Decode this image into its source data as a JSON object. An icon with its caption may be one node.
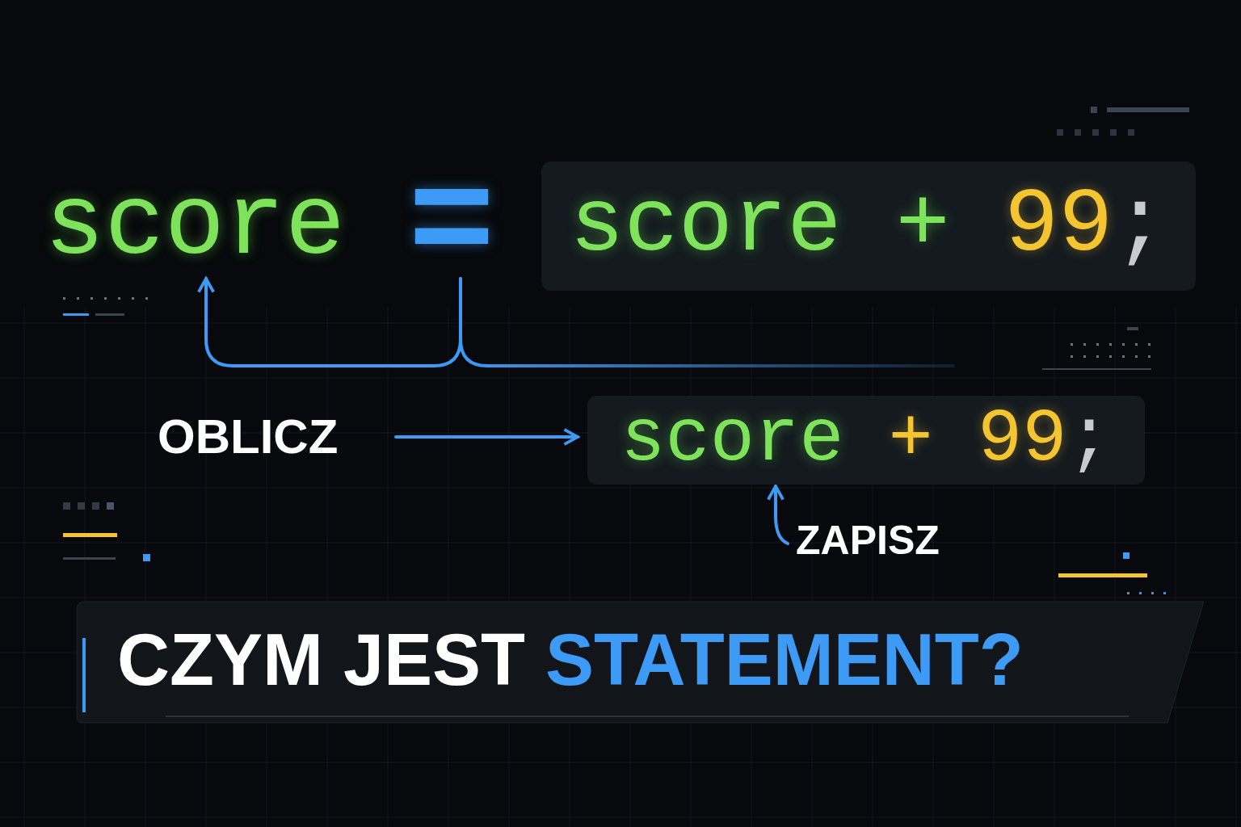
{
  "diagram": {
    "title": "CZYM JEST STATEMENT?",
    "nodes": [
      {
        "text": [
          "score"
        ]
      },
      {
        "text": [
          "="
        ]
      },
      {
        "text": [
          "score + 99;"
        ]
      },
      {
        "text": [
          "OBLICZ"
        ]
      },
      {
        "text": [
          "score + 99;"
        ]
      },
      {
        "text": [
          "ZAPISZ"
        ]
      }
    ],
    "edges": [
      {
        "from": 1,
        "to": 0,
        "arrow": "to"
      },
      {
        "from": 1,
        "to": null,
        "arrow": "none"
      },
      {
        "from": 3,
        "to": 4,
        "arrow": "to"
      },
      {
        "from": 5,
        "to": 4,
        "arrow": "to"
      }
    ]
  }
}
